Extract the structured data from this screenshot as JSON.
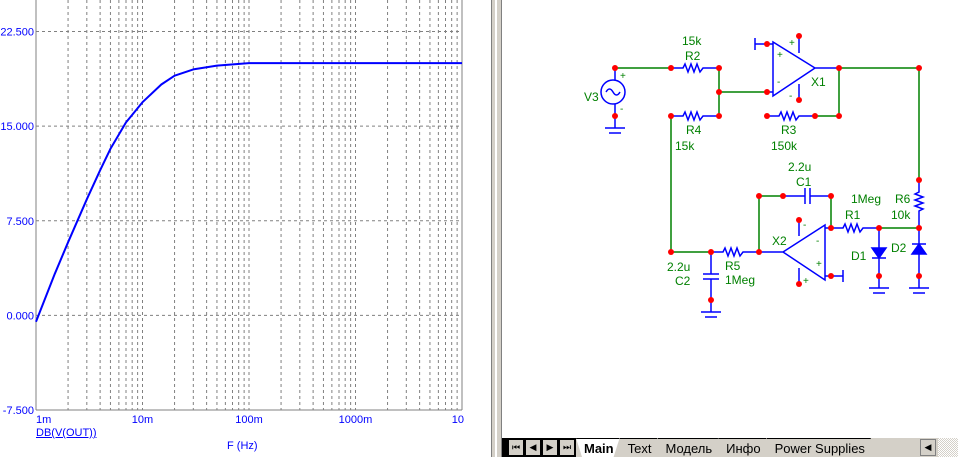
{
  "plot": {
    "legend": "DB(V(OUT))",
    "x_axis_title": "F (Hz)"
  },
  "chart_data": {
    "type": "line",
    "xscale": "log",
    "x_ticks": [
      0.001,
      0.01,
      0.1,
      1,
      10
    ],
    "x_tick_labels": [
      "1m",
      "10m",
      "100m",
      "1000m",
      "10"
    ],
    "y_ticks": [
      -7.5,
      0,
      7.5,
      15,
      22.5
    ],
    "y_tick_labels": [
      "-7.500",
      "0.000",
      "7.500",
      "15.000",
      "22.500"
    ],
    "xlim": [
      0.001,
      10
    ],
    "ylim": [
      -7.5,
      25
    ],
    "grid": true,
    "xlabel": "F (Hz)",
    "ylabel": "",
    "series": [
      {
        "name": "DB(V(OUT))",
        "color": "#0000ff",
        "x": [
          0.001,
          0.0015,
          0.002,
          0.003,
          0.004,
          0.005,
          0.007,
          0.01,
          0.015,
          0.02,
          0.03,
          0.05,
          0.1,
          1,
          10
        ],
        "y": [
          -0.5,
          3.3,
          5.8,
          9.2,
          11.5,
          13.2,
          15.3,
          16.9,
          18.3,
          19.0,
          19.5,
          19.8,
          20.0,
          20.0,
          20.0
        ]
      }
    ]
  },
  "schematic": {
    "labels": {
      "v3": "V3",
      "r2": "R2",
      "r2_val": "15k",
      "r4": "R4",
      "r4_val": "15k",
      "r3": "R3",
      "r3_val": "150k",
      "x1": "X1",
      "x2": "X2",
      "c1": "C1",
      "c1_val": "2.2u",
      "c2": "C2",
      "c2_val": "2.2u",
      "r5": "R5",
      "r5_val": "1Meg",
      "r1": "R1",
      "r1_val": "1Meg",
      "r6": "R6",
      "r6_val": "10k",
      "d1": "D1",
      "d2": "D2",
      "plus": "+",
      "minus": "-"
    },
    "colors": {
      "wire": "#008000",
      "component": "#0000ff",
      "node": "#ff0000",
      "label": "#008000"
    }
  },
  "tabs": {
    "items": [
      {
        "label": "Main",
        "active": true
      },
      {
        "label": "Text",
        "active": false
      },
      {
        "label": "Модель",
        "active": false
      },
      {
        "label": "Инфо",
        "active": false
      },
      {
        "label": "Power Supplies",
        "active": false
      }
    ],
    "nav": {
      "first": "⏮",
      "prev": "◀",
      "next": "▶",
      "last": "⏭"
    },
    "scroll_left": "◀"
  }
}
